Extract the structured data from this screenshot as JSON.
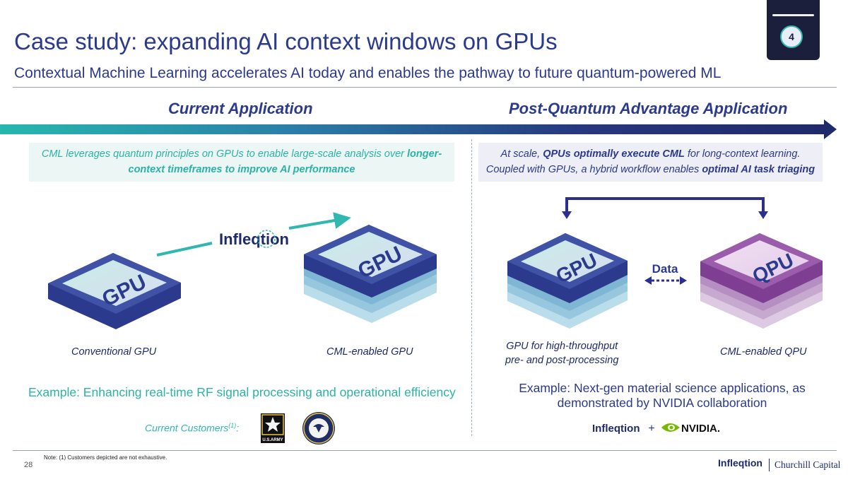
{
  "slide": {
    "title": "Case study: expanding AI context windows on GPUs",
    "subtitle": "Contextual Machine Learning accelerates AI today and enables the pathway to future quantum-powered ML",
    "page_badge": "4",
    "page_number": "28"
  },
  "sections": {
    "current": {
      "heading": "Current Application",
      "box_parts": [
        "CML leverages quantum principles on GPUs to enable large-scale analysis over ",
        "longer-context timeframes to improve AI performance"
      ],
      "chip_labels": {
        "conventional": "Conventional GPU",
        "cml_gpu": "CML-enabled GPU"
      },
      "chip_text": "GPU",
      "brand": "Infleqtion",
      "example": "Example: Enhancing real-time RF signal processing and operational efficiency",
      "customers_label": "Current Customers",
      "customers_footnote": "(1)",
      "customers_colon": ":",
      "customer_logos": {
        "army_text": "U.S.ARMY",
        "army_icon": "star-icon",
        "navy_icon": "eagle-seal-icon"
      }
    },
    "post_quantum": {
      "heading": "Post-Quantum Advantage Application",
      "box_parts": [
        "At scale, ",
        "QPUs optimally execute CML",
        " for long-context learning.",
        "Coupled with GPUs, a hybrid workflow enables ",
        "optimal AI task triaging"
      ],
      "chip_labels": {
        "gpu_line1": "GPU for high-throughput",
        "gpu_line2": "pre- and post-processing",
        "qpu": "CML-enabled QPU"
      },
      "chip_text_gpu": "GPU",
      "chip_text_qpu": "QPU",
      "data_label": "Data",
      "example_line1": "Example: Next-gen material science applications, as",
      "example_line2": "demonstrated by NVIDIA collaboration",
      "partners": {
        "left": "Infleqtion",
        "plus": "+",
        "right": "NVIDIA."
      }
    }
  },
  "footer": {
    "note": "Note: (1) Customers depicted are not exhaustive.",
    "logo_infleqtion": "Infleqtion",
    "logo_churchill": "Churchill Capital"
  },
  "colors": {
    "navy": "#2b3a8c",
    "teal": "#2bb3a6",
    "purple": "#8a4f9e",
    "dark_tab": "#1b1f3b"
  }
}
